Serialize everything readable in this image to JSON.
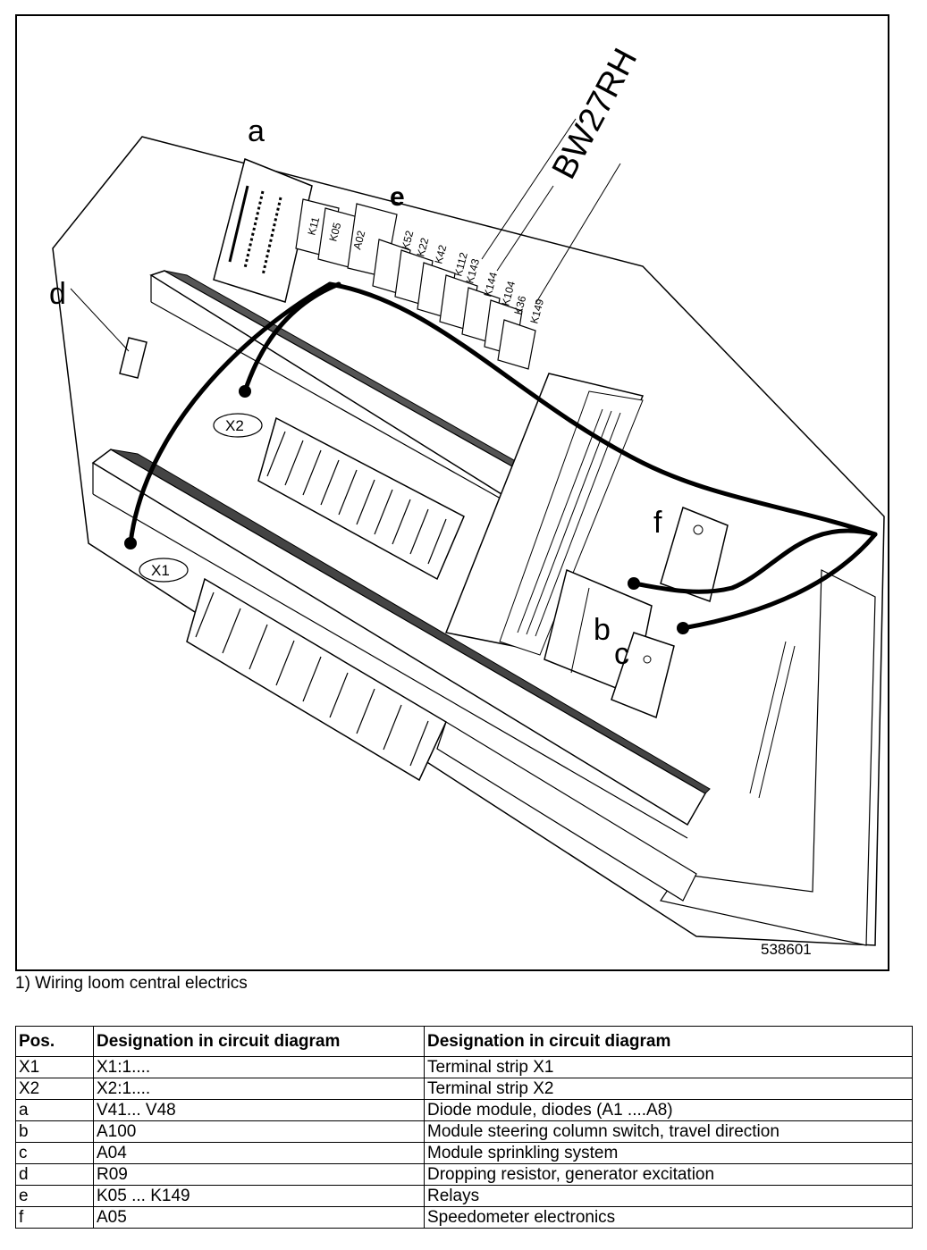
{
  "figure": {
    "model_label": "BW27RH",
    "figure_number": "538601",
    "callouts": {
      "a": "a",
      "b": "b",
      "c": "c",
      "d": "d",
      "e": "e",
      "f": "f",
      "x1": "X1",
      "x2": "X2"
    },
    "relays": [
      "K11",
      "K05",
      "A02",
      "K52",
      "K22",
      "K42",
      "K112",
      "K143",
      "K144",
      "K104",
      "K36",
      "K149"
    ]
  },
  "caption": "1) Wiring loom central electrics",
  "table": {
    "headers": [
      "Pos.",
      "Designation in circuit diagram",
      "Designation in circuit diagram"
    ],
    "rows": [
      [
        "X1",
        "X1:1....",
        "Terminal strip X1"
      ],
      [
        "X2",
        "X2:1....",
        "Terminal strip X2"
      ],
      [
        "a",
        "V41... V48",
        "Diode module, diodes (A1 ....A8)"
      ],
      [
        "b",
        "A100",
        "Module steering column switch, travel direction"
      ],
      [
        "c",
        "A04",
        "Module sprinkling system"
      ],
      [
        "d",
        "R09",
        "Dropping resistor, generator excitation"
      ],
      [
        "e",
        "K05 ... K149",
        "Relays"
      ],
      [
        "f",
        "A05",
        "Speedometer electronics"
      ]
    ]
  }
}
